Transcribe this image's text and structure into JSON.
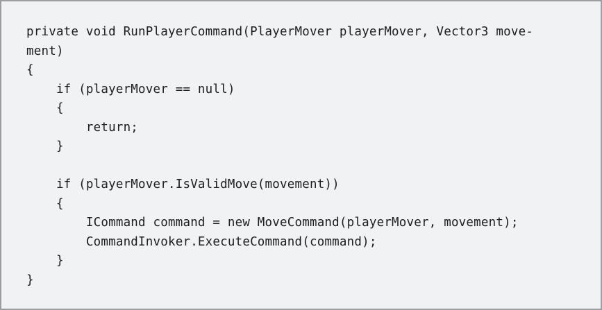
{
  "code": {
    "language": "csharp",
    "lines": [
      "private void RunPlayerCommand(PlayerMover playerMover, Vector3 move-",
      "ment)",
      "{",
      "    if (playerMover == null)",
      "    {",
      "        return;",
      "    }",
      "",
      "    if (playerMover.IsValidMove(movement))",
      "    {",
      "        ICommand command = new MoveCommand(playerMover, movement);",
      "        CommandInvoker.ExecuteCommand(command);",
      "    }",
      "}"
    ]
  },
  "colors": {
    "background": "#f1f2f3",
    "border": "#9a9ea2",
    "text": "#1b1d1f"
  }
}
